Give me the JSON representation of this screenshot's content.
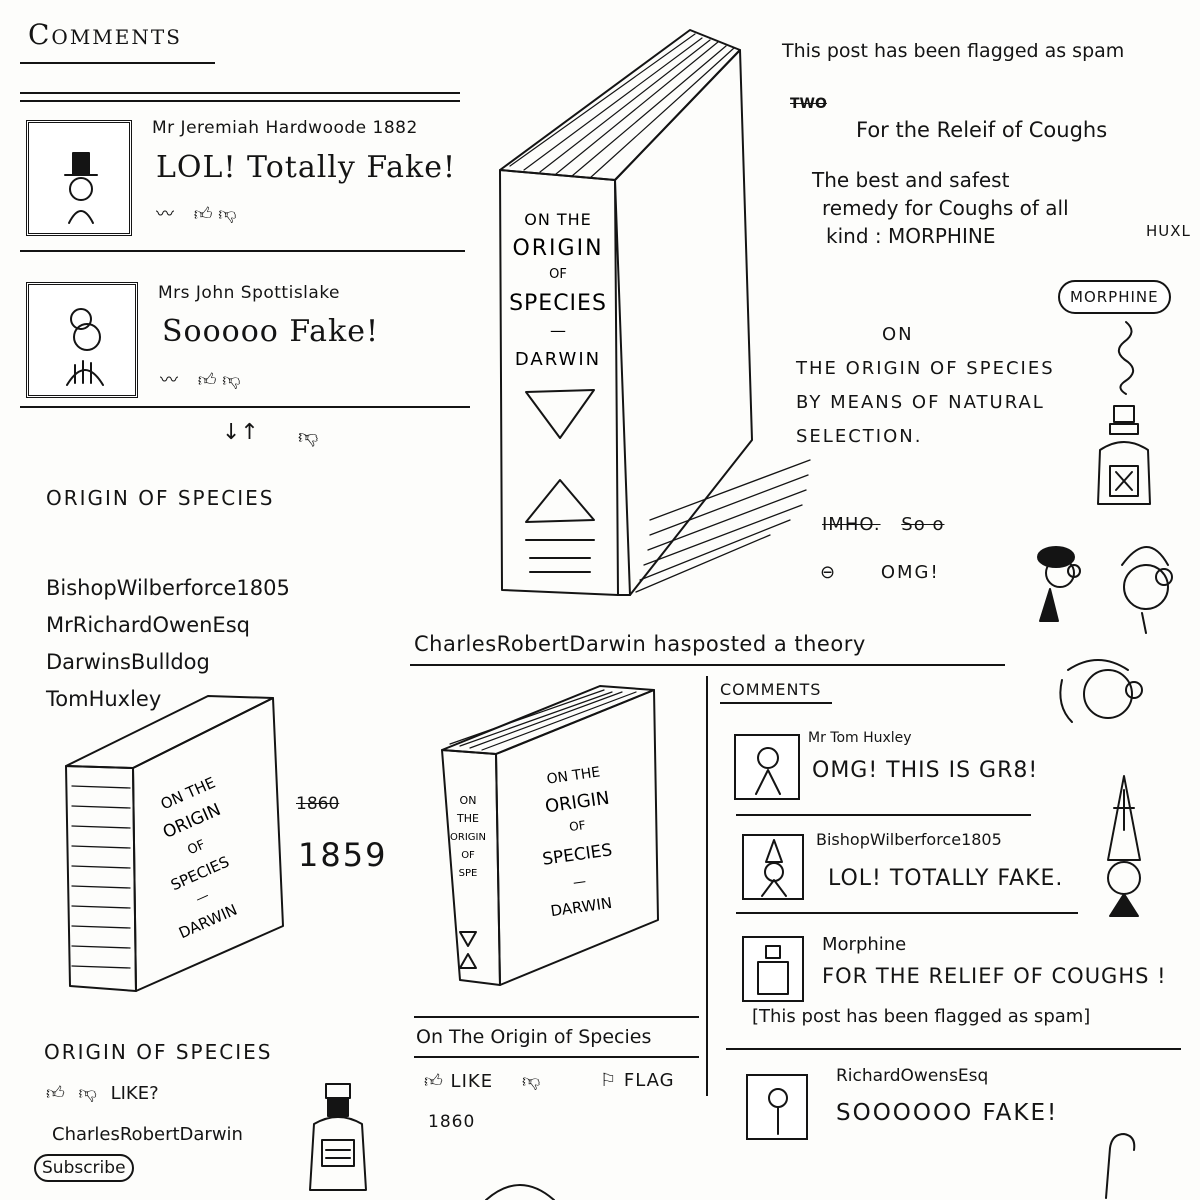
{
  "left_column": {
    "heading": "Comments",
    "comments": [
      {
        "author": "Mr Jeremiah Hardwoode 1882",
        "text": "LOL! Totally Fake!"
      },
      {
        "author": "Mrs John Spottislake",
        "text": "Sooooo Fake!"
      }
    ],
    "sort_label": "↓↑",
    "section_title": "ORIGIN OF SPECIES",
    "users": [
      "BishopWilberforce1805",
      "MrRichardOwenEsq",
      "DarwinsBulldog",
      "TomHuxley"
    ],
    "year_struck": "1860",
    "year": "1859",
    "product_title": "ORIGIN OF SPECIES",
    "like_prompt": "LIKE?",
    "author": "CharlesRobertDarwin",
    "subscribe_label": "Subscribe"
  },
  "book_big": {
    "spine": [
      "ON THE",
      "ORIGIN",
      "OF",
      "SPECIES",
      "—",
      "DARWIN"
    ]
  },
  "book_left": {
    "cover": [
      "ON THE",
      "ORIGIN",
      "OF",
      "SPECIES",
      "—",
      "DARWIN"
    ]
  },
  "book_center": {
    "cover": [
      "ON THE",
      "ORIGIN",
      "OF",
      "SPECIES",
      "—",
      "DARWIN"
    ],
    "spine": [
      "ON",
      "THE",
      "ORIGIN",
      "OF",
      "SPE"
    ]
  },
  "right_column": {
    "spam_notice": "This post has been flagged as spam",
    "struck_word": "TWO",
    "ad_title": "For the Releif of Coughs",
    "ad_body_1": "The best and safest",
    "ad_body_2": "remedy for Coughs of all",
    "ad_body_3": "kind : MORPHINE",
    "cut_name": "HUXL",
    "bubble": "MORPHINE",
    "book_title_1": "ON",
    "book_title_2": "THE ORIGIN OF SPECIES",
    "book_title_3": "BY MEANS OF NATURAL",
    "book_title_4": "SELECTION.",
    "chat_struck_1": "IMHO.",
    "chat_struck_2": "So o",
    "chat_omg": "OMG!"
  },
  "center_post": {
    "headline": "CharlesRobertDarwin hasposted a theory",
    "book_caption": "On The Origin of Species",
    "like_label": "LIKE",
    "flag_label": "FLAG",
    "year": "1860"
  },
  "center_comments": {
    "heading": "COMMENTS",
    "items": [
      {
        "author": "Mr Tom Huxley",
        "text": "OMG! THIS IS GR8!"
      },
      {
        "author": "BishopWilberforce1805",
        "text": "LOL! TOTALLY FAKE."
      },
      {
        "author": "Morphine",
        "text": "FOR THE RELIEF OF COUGHS !",
        "note": "[This post has been flagged as spam]"
      },
      {
        "author": "RichardOwensEsq",
        "text": "SOOOOOO FAKE!"
      }
    ]
  }
}
